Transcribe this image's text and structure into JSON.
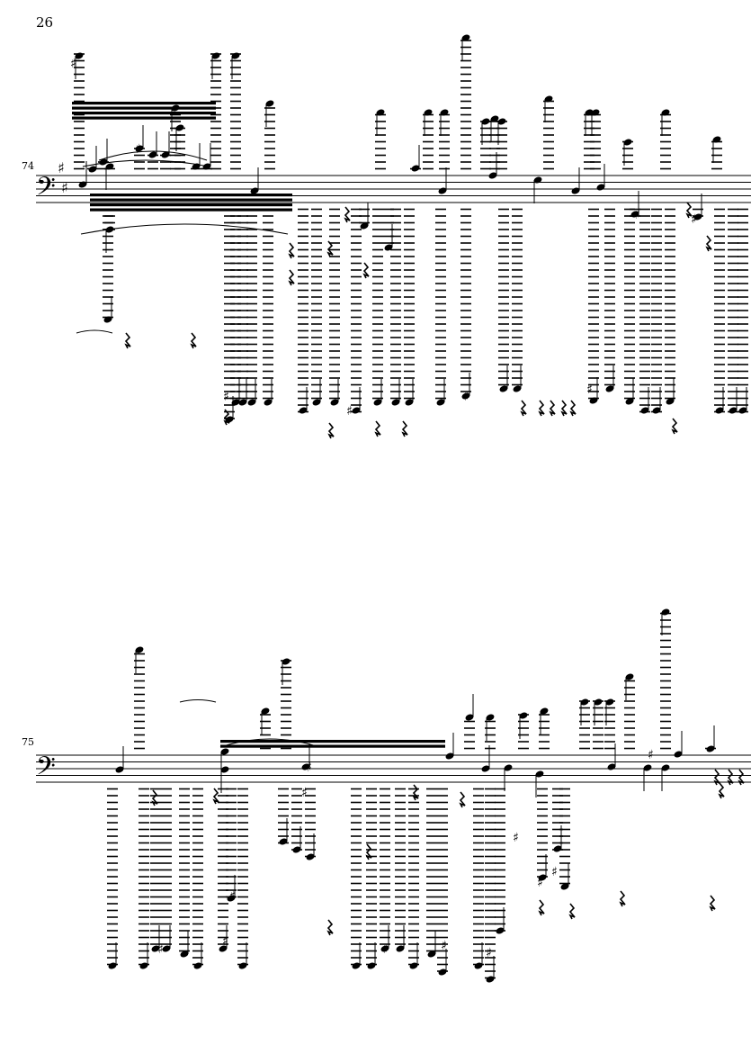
{
  "page": {
    "number": "26"
  },
  "systems": [
    {
      "measure_number": "74",
      "clef": "bass-clef",
      "key_signature": [
        "sharp",
        "sharp"
      ]
    },
    {
      "measure_number": "75",
      "clef": "bass-clef",
      "key_signature": []
    }
  ],
  "colors": {
    "ink": "#000000",
    "staff": "#000000",
    "paper": "#ffffff"
  }
}
